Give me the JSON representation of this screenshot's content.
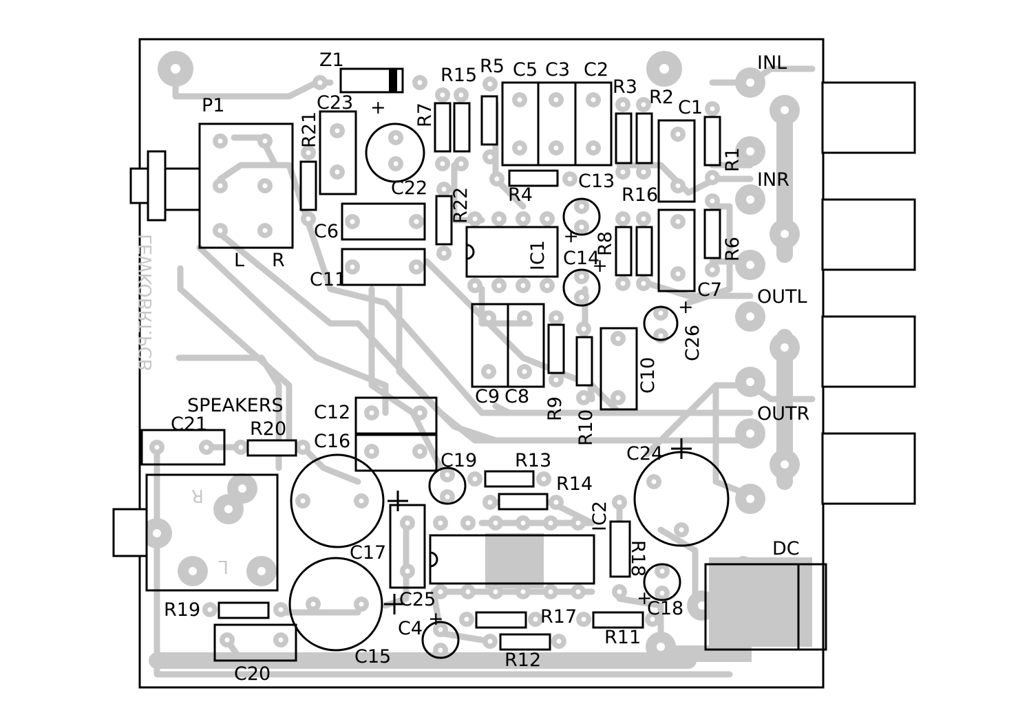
{
  "diagram": {
    "board_label_mirrored": "LEWKOBRT.PCB",
    "components": {
      "Z1": "Z1",
      "P1": "P1",
      "R21": "R21",
      "C23": "C23",
      "C22": "C22",
      "R15": "R15",
      "R5": "R5",
      "R7": "R7",
      "C5": "C5",
      "C3": "C3",
      "C2": "C2",
      "R3": "R3",
      "R2": "R2",
      "C1": "C1",
      "R1": "R1",
      "R4": "R4",
      "C13": "C13",
      "R16": "R16",
      "R22": "R22",
      "C6": "C6",
      "C11": "C11",
      "IC1": "IC1",
      "R8": "R8",
      "C14": "C14",
      "R6": "R6",
      "C7": "C7",
      "C26": "C26",
      "C9": "C9",
      "C8": "C8",
      "R9": "R9",
      "R10": "R10",
      "C10": "C10",
      "C21": "C21",
      "R20": "R20",
      "C12": "C12",
      "C16": "C16",
      "C19": "C19",
      "R13": "R13",
      "R14": "R14",
      "C24": "C24",
      "IC2": "IC2",
      "C17": "C17",
      "C25": "C25",
      "C4": "C4",
      "R18": "R18",
      "C18": "C18",
      "R17": "R17",
      "R11": "R11",
      "R12": "R12",
      "R19": "R19",
      "C15": "C15",
      "C20": "C20"
    },
    "labels": {
      "speakers": "SPEAKERS",
      "pot_left": "L",
      "pot_right": "R",
      "in_left": "INL",
      "in_right": "INR",
      "out_left": "OUTL",
      "out_right": "OUTR",
      "dc": "DC",
      "speaker_r_mirrored": "R",
      "speaker_l_mirrored": "L",
      "plus": "+"
    }
  },
  "colors": {
    "copper": "#c8c8c8",
    "silkscreen": "#000000",
    "background": "#ffffff"
  }
}
